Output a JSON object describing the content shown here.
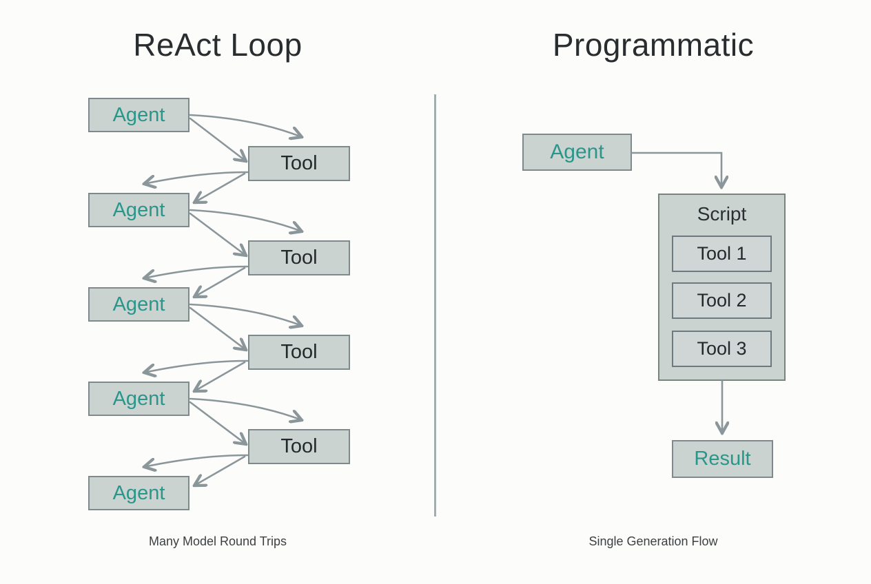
{
  "left_panel": {
    "title": "ReAct Loop",
    "caption": "Many Model Round Trips",
    "agent_labels": [
      "Agent",
      "Agent",
      "Agent",
      "Agent",
      "Agent"
    ],
    "tool_labels": [
      "Tool",
      "Tool",
      "Tool",
      "Tool"
    ]
  },
  "right_panel": {
    "title": "Programmatic",
    "caption": "Single Generation Flow",
    "agent_label": "Agent",
    "script": {
      "label": "Script",
      "tools": [
        "Tool 1",
        "Tool 2",
        "Tool 3"
      ]
    },
    "result_label": "Result"
  },
  "colors": {
    "background": "#fcfcfb",
    "box_fill": "#cbd3d1",
    "box_border": "#7e898b",
    "inner_box_border": "#6d797c",
    "accent_teal": "#2a968a",
    "dark_text": "#24282a",
    "title_text": "#2a2d2f",
    "arrow_gray": "#8b969a",
    "divider_gray": "#a3acaf"
  }
}
